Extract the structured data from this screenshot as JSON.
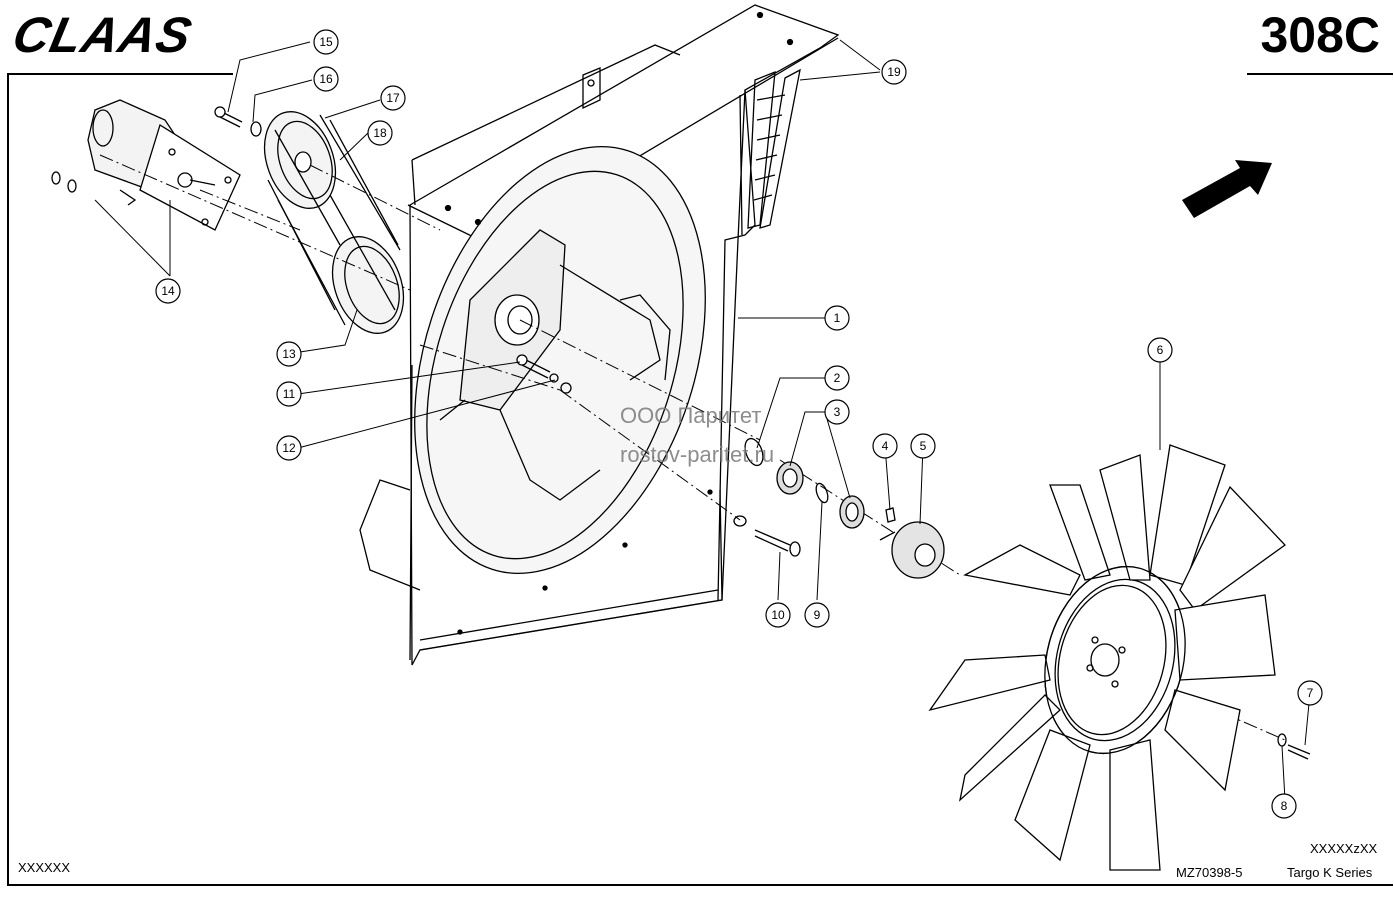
{
  "header": {
    "brand": "CLAAS",
    "plate_number": "308C"
  },
  "watermark": {
    "line1": "ООО Паритет",
    "line2": "rostov-paritet.ru"
  },
  "footer": {
    "left_code": "XXXXXX",
    "drawing_number": "MZ70398-5",
    "variant_code": "XXXXXzXX",
    "series": "Targo K Series"
  },
  "callouts": [
    "1",
    "2",
    "3",
    "4",
    "5",
    "6",
    "7",
    "8",
    "9",
    "10",
    "11",
    "12",
    "13",
    "14",
    "15",
    "16",
    "17",
    "18",
    "19"
  ],
  "arrow_icon": "direction-arrow-icon"
}
